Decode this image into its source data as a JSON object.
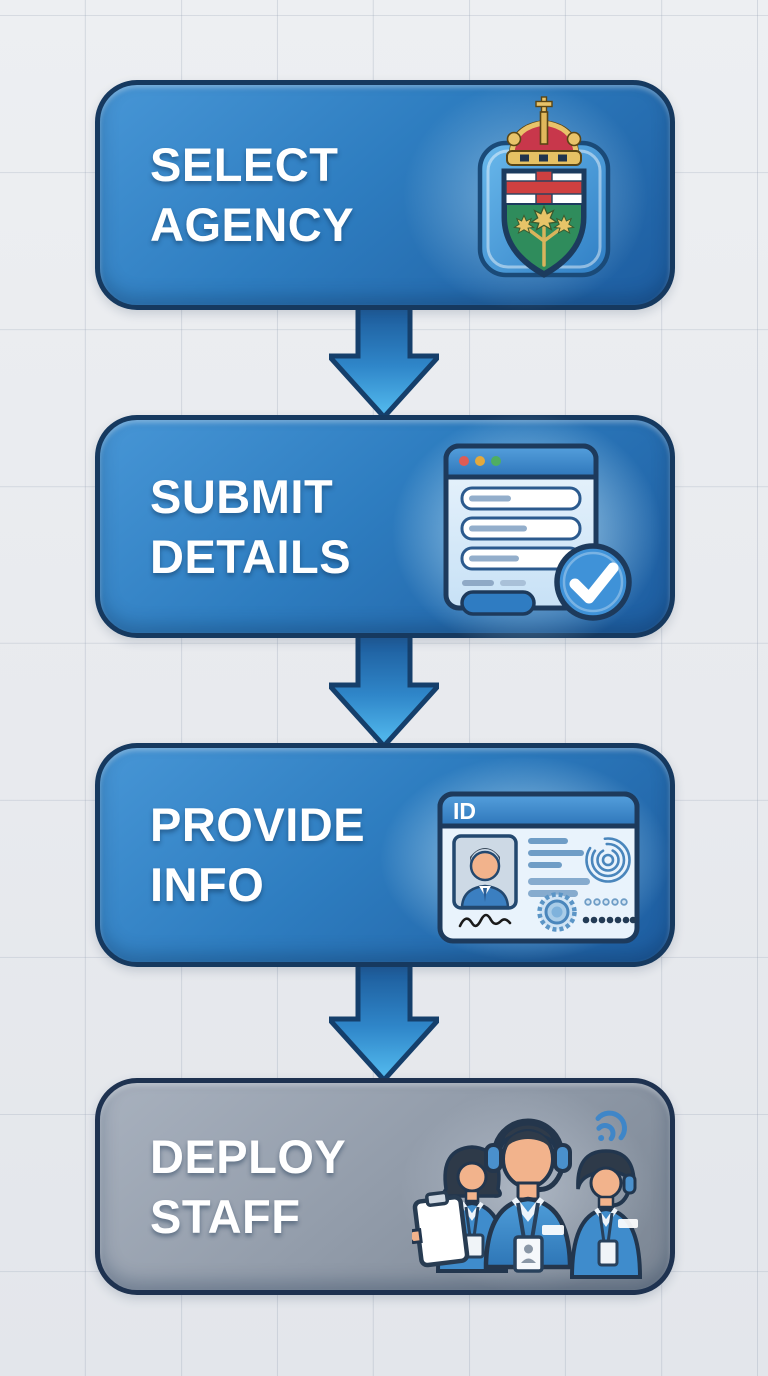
{
  "flow": {
    "steps": [
      {
        "name": "select-agency",
        "lines": [
          "SELECT",
          "AGENCY"
        ],
        "icon": "ontario-coat-of-arms-icon",
        "style": "blue"
      },
      {
        "name": "submit-details",
        "lines": [
          "SUBMIT",
          "DETAILS"
        ],
        "icon": "form-submission-icon",
        "style": "blue"
      },
      {
        "name": "provide-info",
        "lines": [
          "PROVIDE",
          "INFO"
        ],
        "icon": "id-card-icon",
        "style": "blue"
      },
      {
        "name": "deploy-staff",
        "lines": [
          "DEPLOY",
          "STAFF"
        ],
        "icon": "staff-team-icon",
        "style": "gray"
      }
    ],
    "id_card_text": "ID",
    "connector": "down-arrow",
    "colors": {
      "background": "#e9ebee",
      "grid_line": "#c6ccd5",
      "step_blue_light": "#4796d6",
      "step_blue_dark": "#1d5c9f",
      "step_border": "#16395f",
      "step_gray_light": "#a8b1be",
      "step_gray_dark": "#7a8593",
      "arrow_top": "#1b5796",
      "arrow_bottom": "#55bdf0",
      "label_text": "#ffffff",
      "shield_green": "#2f8c5c",
      "cross_red": "#cf4040",
      "crown_gold": "#e6c164",
      "shirt_blue": "#3f8ccc",
      "skin": "#f2b38c"
    }
  }
}
